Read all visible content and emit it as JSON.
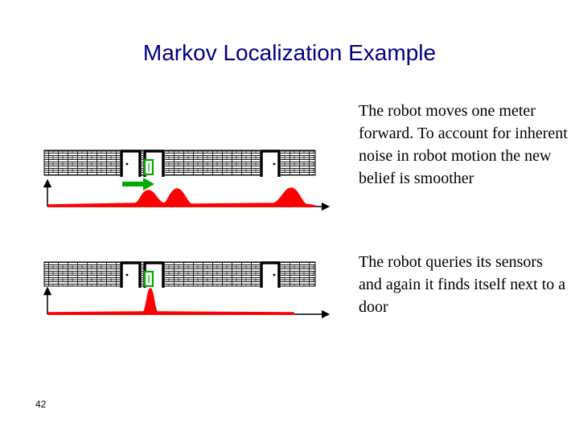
{
  "slide": {
    "title": "Markov Localization Example",
    "page_number": "42",
    "paragraphs": [
      "The robot moves one meter forward. To account for inherent noise in robot motion the new belief is smoother",
      "The robot queries its sensors and again it finds itself next to a door"
    ]
  },
  "figures": {
    "colors": {
      "belief": "#ff0000",
      "robot": "#00aa00",
      "motion_arrow": "#00aa00",
      "wall": "#000000"
    },
    "top_panel": {
      "belief_shape": "smoothed three-peak",
      "icon": "robot-with-motion-arrow"
    },
    "bottom_panel": {
      "belief_shape": "single sharp peak",
      "icon": "robot"
    }
  }
}
